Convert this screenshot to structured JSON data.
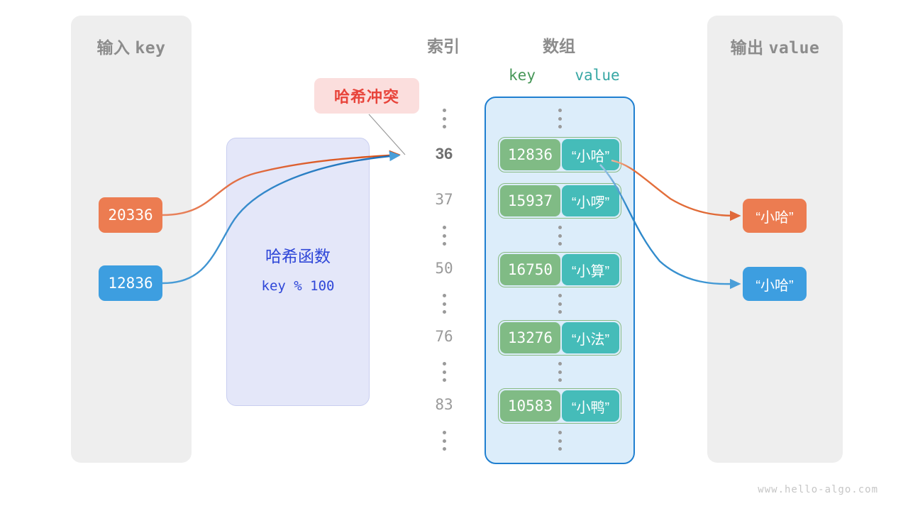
{
  "watermark": "www.hello-algo.com",
  "panels": {
    "input": {
      "title_cjk": "输入",
      "title_mono": "key"
    },
    "output": {
      "title_cjk": "输出",
      "title_mono": "value"
    }
  },
  "headers": {
    "index": "索引",
    "array": "数组",
    "key": "key",
    "value": "value"
  },
  "hash_function": {
    "title": "哈希函数",
    "formula": "key % 100"
  },
  "collision": {
    "label": "哈希冲突"
  },
  "inputs": [
    {
      "label": "20336",
      "color": "#ec7c51"
    },
    {
      "label": "12836",
      "color": "#3d9ee0"
    }
  ],
  "outputs": [
    {
      "label": "“小哈”",
      "color": "#ec7c51"
    },
    {
      "label": "“小哈”",
      "color": "#3d9ee0"
    }
  ],
  "bucket_rows": [
    {
      "type": "dots"
    },
    {
      "type": "entry",
      "index": "36",
      "key": "12836",
      "value": "“小哈”",
      "highlight": true
    },
    {
      "type": "entry",
      "index": "37",
      "key": "15937",
      "value": "“小啰”",
      "highlight": false
    },
    {
      "type": "dots"
    },
    {
      "type": "entry",
      "index": "50",
      "key": "16750",
      "value": "“小算”",
      "highlight": false
    },
    {
      "type": "dots"
    },
    {
      "type": "entry",
      "index": "76",
      "key": "13276",
      "value": "“小法”",
      "highlight": false
    },
    {
      "type": "dots"
    },
    {
      "type": "entry",
      "index": "83",
      "key": "10583",
      "value": "“小鸭”",
      "highlight": false
    },
    {
      "type": "dots"
    }
  ],
  "colors": {
    "orange": "#ec7c51",
    "blue": "#3d9ee0",
    "key_green": "#80bb85",
    "value_teal": "#45bcb9",
    "hash_blue": "#2f47d8",
    "collision_red": "#e8443b",
    "panel_gray": "#eeeeee",
    "array_fill": "#dcedfa",
    "array_border": "#1f7fd0"
  }
}
